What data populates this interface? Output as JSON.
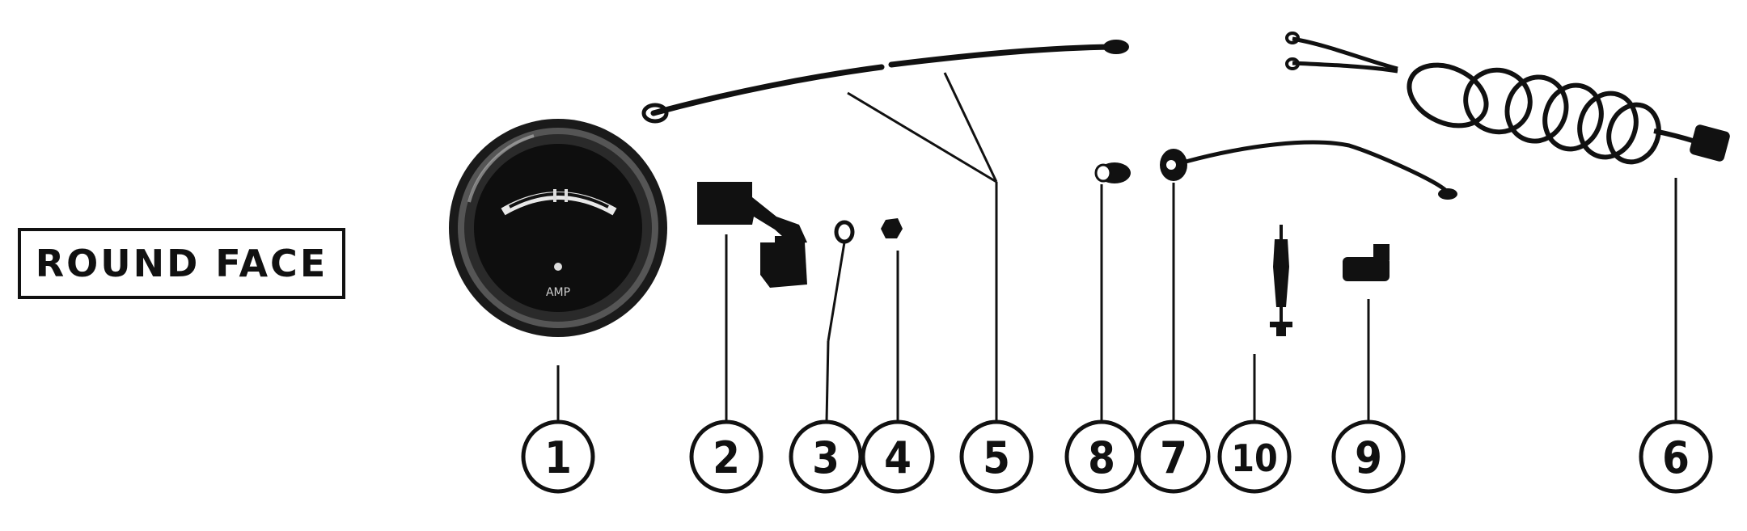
{
  "title_box": {
    "label": "ROUND FACE"
  },
  "parts": [
    {
      "number": "1"
    },
    {
      "number": "2"
    },
    {
      "number": "3"
    },
    {
      "number": "4"
    },
    {
      "number": "5"
    },
    {
      "number": "8"
    },
    {
      "number": "7"
    },
    {
      "number": "10"
    },
    {
      "number": "9"
    },
    {
      "number": "6"
    }
  ],
  "gauge": {
    "face_text": "AMP"
  },
  "colors": {
    "ink": "#111111",
    "paper": "#ffffff"
  }
}
